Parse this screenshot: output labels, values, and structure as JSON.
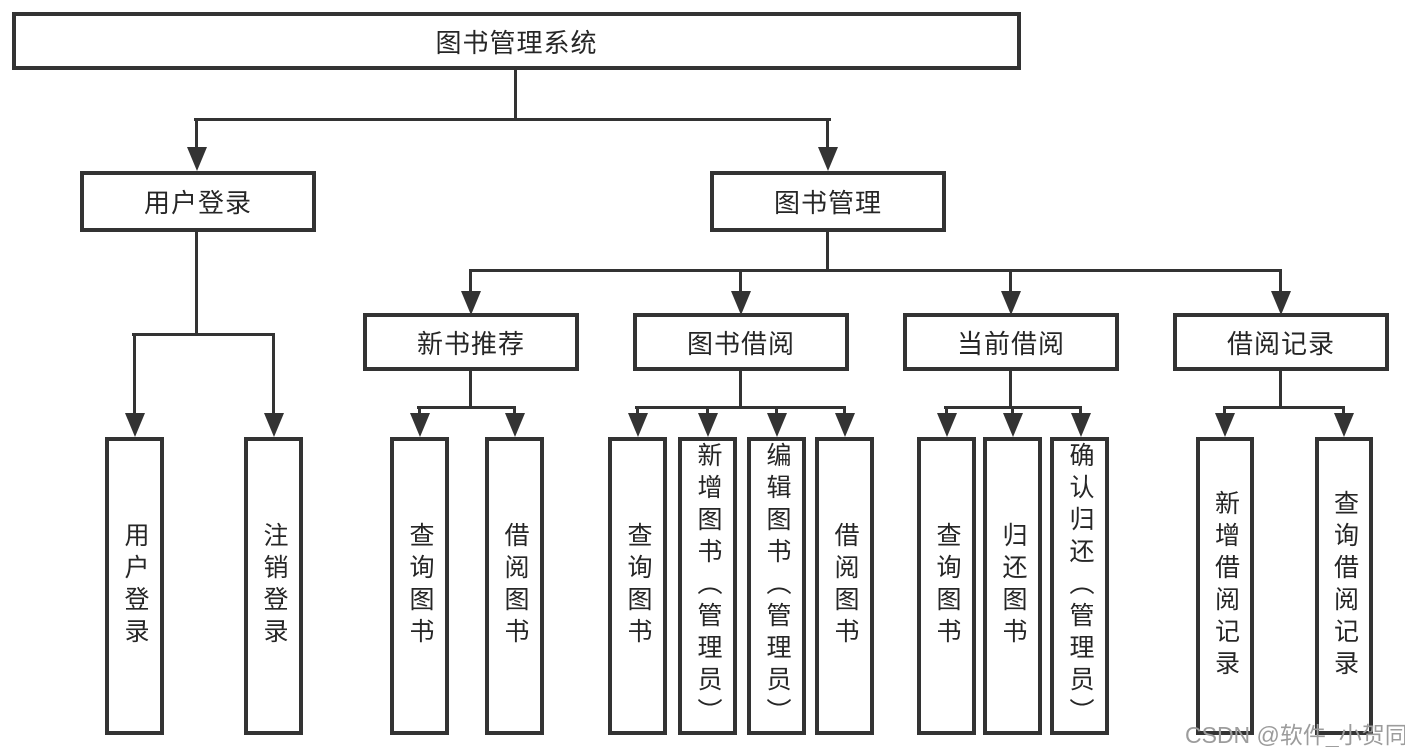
{
  "diagram": {
    "root": "图书管理系统",
    "level2": {
      "user_login": "用户登录",
      "book_mgmt": "图书管理"
    },
    "level3": {
      "new_book": "新书推荐",
      "borrow": "图书借阅",
      "current": "当前借阅",
      "records": "借阅记录"
    },
    "leaves": {
      "user_login_1": "用户登录",
      "user_login_2": "注销登录",
      "new_book_1": "查询图书",
      "new_book_2": "借阅图书",
      "borrow_1": "查询图书",
      "borrow_2": "新增图书（管理员）",
      "borrow_3": "编辑图书（管理员）",
      "borrow_4": "借阅图书",
      "current_1": "查询图书",
      "current_2": "归还图书",
      "current_3": "确认归还（管理员）",
      "records_1": "新增借阅记录",
      "records_2": "查询借阅记录"
    }
  },
  "watermark": "CSDN @软件_小贺同学",
  "colors": {
    "line": "#333333",
    "text": "#262626",
    "watermark": "#9c9c9c",
    "background": "#ffffff"
  }
}
